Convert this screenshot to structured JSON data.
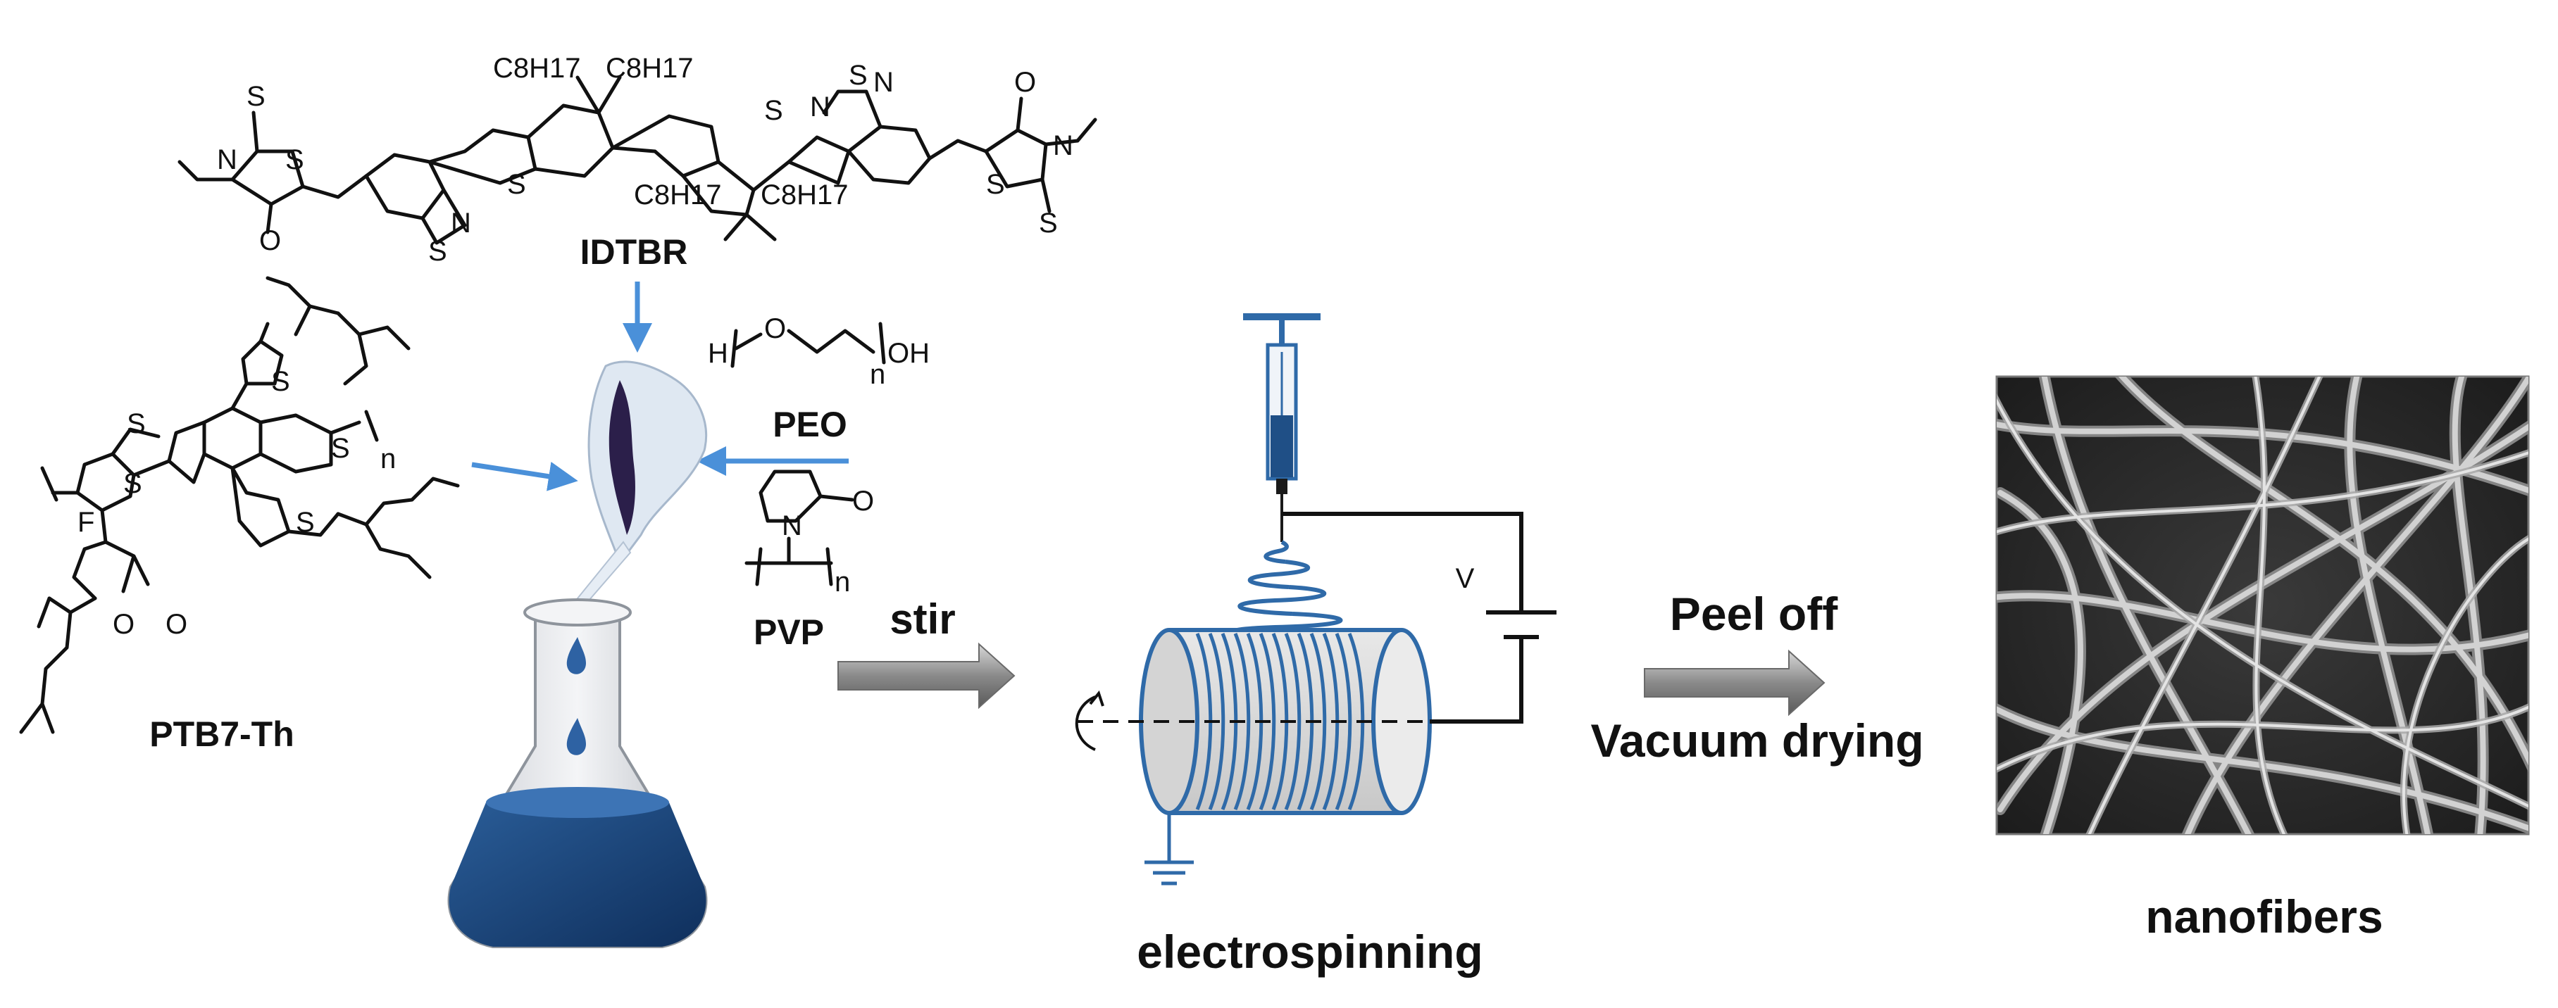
{
  "molecules": {
    "idtbr": {
      "name": "IDTBR",
      "substituent": "C8H17",
      "atoms": {
        "s": "S",
        "n": "N",
        "o": "O"
      }
    },
    "ptb7th": {
      "name": "PTB7-Th",
      "atoms": {
        "s": "S",
        "f": "F",
        "o": "O",
        "n_sub": "n"
      }
    },
    "peo": {
      "name": "PEO",
      "h": "H",
      "o": "O",
      "oh": "OH",
      "n_sub": "n"
    },
    "pvp": {
      "name": "PVP",
      "n": "N",
      "o": "O",
      "n_sub": "n"
    }
  },
  "steps": {
    "stir": "stir",
    "electrospinning": "electrospinning",
    "peel_off": "Peel off",
    "vacuum_drying": "Vacuum drying",
    "nanofibers": "nanofibers",
    "voltage": "V"
  },
  "colors": {
    "arrow_blue": "#4a90d9",
    "solution_blue": "#1f4f86",
    "fiber_blue": "#2f6aa8",
    "gray_arrow": "#808080"
  }
}
